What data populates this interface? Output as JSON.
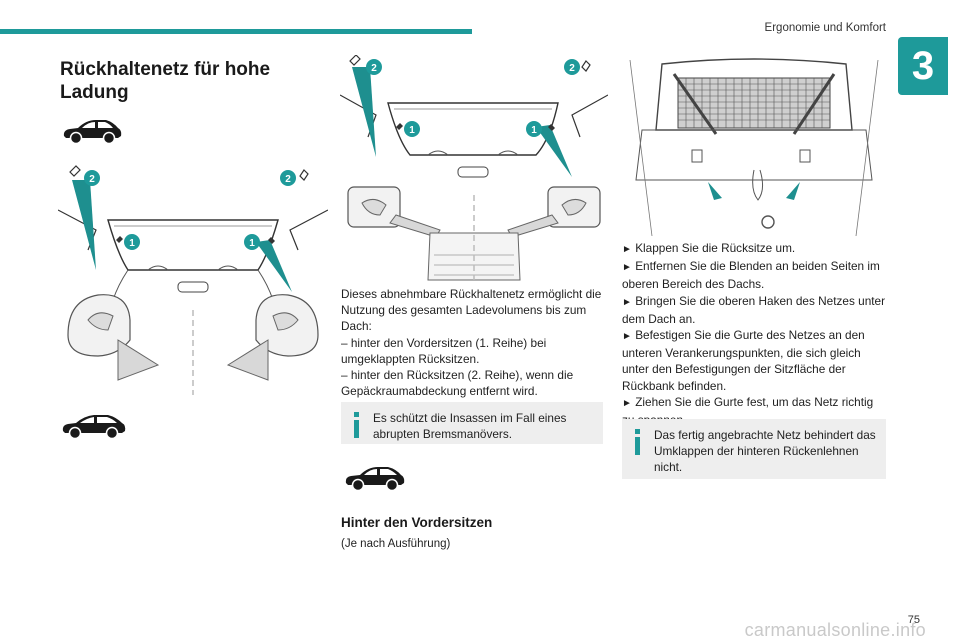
{
  "header": {
    "running_title": "Ergonomie und Komfort",
    "chapter_number": "3",
    "page_number": "75"
  },
  "left_column": {
    "title": "Rückhaltenetz für hohe Ladung",
    "figure_badges": [
      "2",
      "2",
      "1",
      "1"
    ]
  },
  "middle_column": {
    "figure_badges": [
      "2",
      "2",
      "1",
      "1"
    ],
    "intro": "Dieses abnehmbare Rückhaltenetz ermöglicht die Nutzung des gesamten Ladevolumens bis zum Dach:",
    "list": [
      "– hinter den Vordersitzen (1. Reihe) bei umgeklappten Rücksitzen.",
      "– hinter den Rücksitzen (2. Reihe), wenn die Gepäckraumabdeckung entfernt wird."
    ],
    "info_note": "Es schützt die Insassen im Fall eines abrupten Bremsmanövers.",
    "section_heading": "Hinter den Vordersitzen",
    "section_subtitle": "(Je nach Ausführung)"
  },
  "right_column": {
    "steps": [
      "Klappen Sie die Rücksitze um.",
      "Entfernen Sie die Blenden an beiden Seiten im oberen Bereich des Dachs.",
      "Bringen Sie die oberen Haken des Netzes unter dem Dach an.",
      "Befestigen Sie die Gurte des Netzes an den unteren Verankerungspunkten, die sich gleich unter den Befestigungen der Sitzfläche der Rückbank befinden.",
      "Ziehen Sie die Gurte fest, um das Netz richtig zu spannen."
    ],
    "step_marker": "►",
    "info_note": "Das fertig angebrachte Netz behindert das Umklappen der hinteren Rückenlehnen nicht."
  },
  "watermark": "carmanualsonline.info",
  "colors": {
    "accent": "#1e9a9a",
    "info_bg": "#eeeeee",
    "icon_color": "#1a1a1a"
  },
  "icons": [
    "car-suv-icon",
    "car-crossover-icon",
    "car-hatchback-icon",
    "info-icon"
  ]
}
